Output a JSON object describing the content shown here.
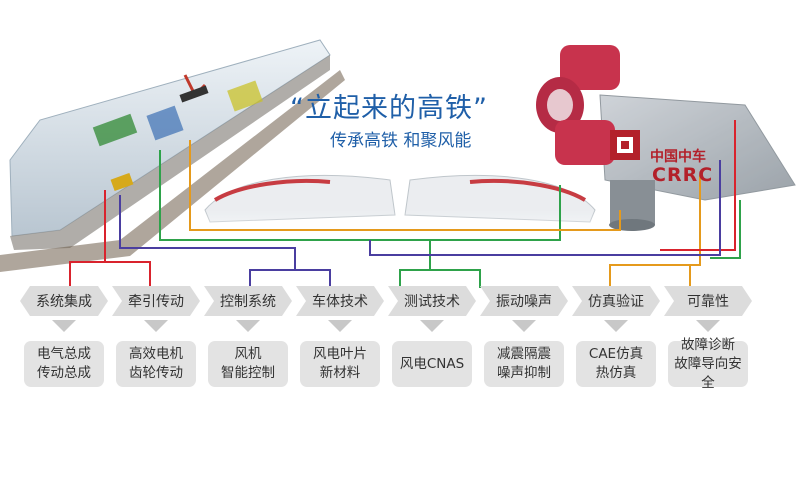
{
  "slogan": "“立起来的高铁”",
  "subtitle": "传承高铁 和聚风能",
  "logo": {
    "cn": "中国中车",
    "en": "CRRC"
  },
  "categories": [
    {
      "label": "系统集成",
      "color": "#d9232d",
      "detail": [
        "电气总成",
        "传动总成"
      ]
    },
    {
      "label": "牵引传动",
      "color": "#d9232d",
      "detail": [
        "高效电机",
        "齿轮传动"
      ]
    },
    {
      "label": "控制系统",
      "color": "#4a3ea0",
      "detail": [
        "风机",
        "智能控制"
      ]
    },
    {
      "label": "车体技术",
      "color": "#4a3ea0",
      "detail": [
        "风电叶片",
        "新材料"
      ]
    },
    {
      "label": "测试技术",
      "color": "#2ea24a",
      "detail": [
        "风电CNAS"
      ]
    },
    {
      "label": "振动噪声",
      "color": "#2ea24a",
      "detail": [
        "减震隔震",
        "噪声抑制"
      ]
    },
    {
      "label": "仿真验证",
      "color": "#e59a1c",
      "detail": [
        "CAE仿真",
        "热仿真"
      ]
    },
    {
      "label": "可靠性",
      "color": "#e59a1c",
      "detail": [
        "故障诊断",
        "故障导向安全"
      ]
    }
  ]
}
